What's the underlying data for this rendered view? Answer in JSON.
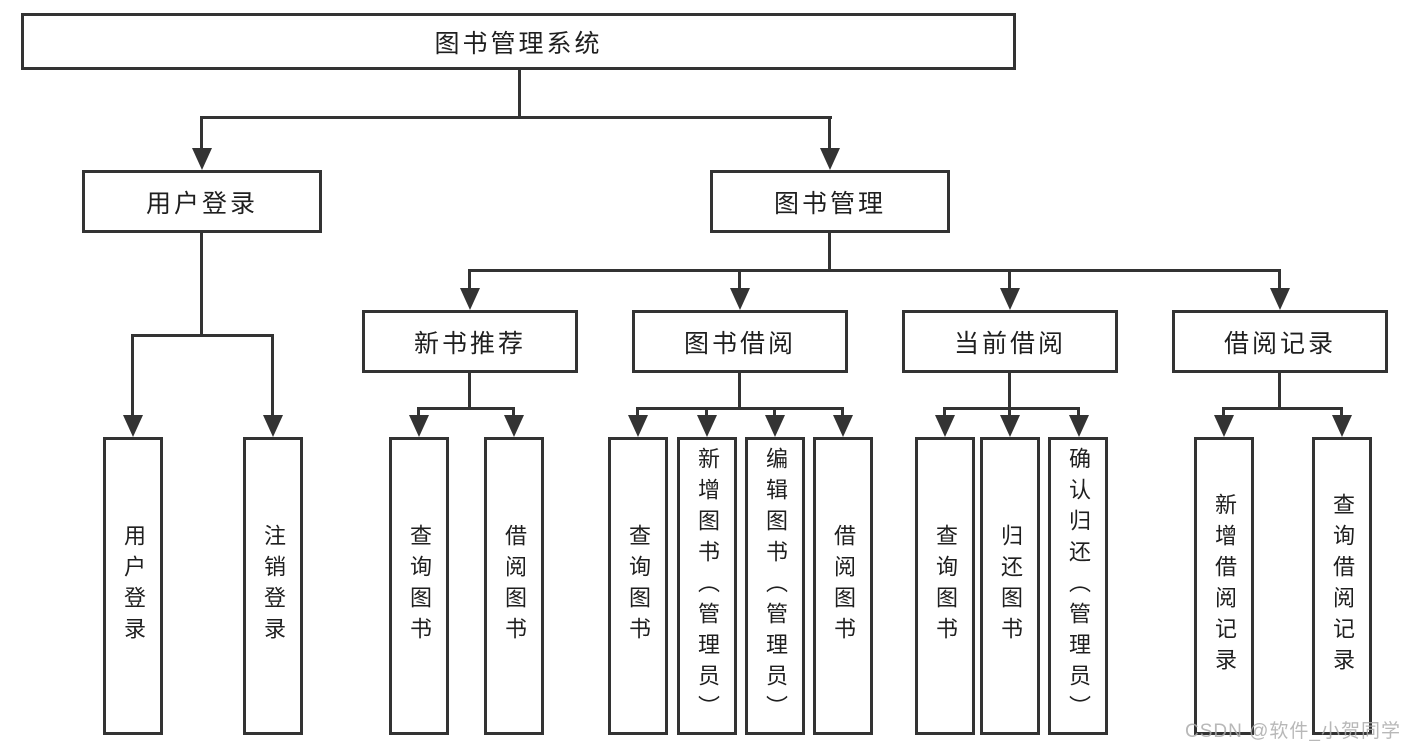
{
  "tree": {
    "root": {
      "label": "图书管理系统",
      "children": [
        {
          "label": "用户登录",
          "children": [
            {
              "label": "用户登录"
            },
            {
              "label": "注销登录"
            }
          ]
        },
        {
          "label": "图书管理",
          "children": [
            {
              "label": "新书推荐",
              "children": [
                {
                  "label": "查询图书"
                },
                {
                  "label": "借阅图书"
                }
              ]
            },
            {
              "label": "图书借阅",
              "children": [
                {
                  "label": "查询图书"
                },
                {
                  "label": "新增图书（管理员）"
                },
                {
                  "label": "编辑图书（管理员）"
                },
                {
                  "label": "借阅图书"
                }
              ]
            },
            {
              "label": "当前借阅",
              "children": [
                {
                  "label": "查询图书"
                },
                {
                  "label": "归还图书"
                },
                {
                  "label": "确认归还（管理员）"
                }
              ]
            },
            {
              "label": "借阅记录",
              "children": [
                {
                  "label": "新增借阅记录"
                },
                {
                  "label": "查询借阅记录"
                }
              ]
            }
          ]
        }
      ]
    }
  },
  "watermark": {
    "text": "CSDN @软件_小贺同学"
  },
  "colors": {
    "line": "#333333",
    "box_border": "#333333",
    "text": "#1f1f1f",
    "background": "#ffffff",
    "watermark": "#acacac"
  }
}
